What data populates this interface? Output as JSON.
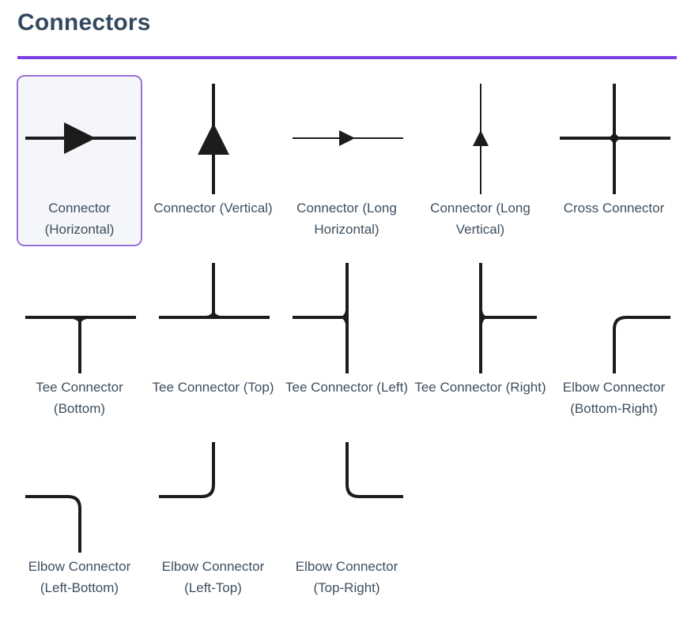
{
  "page": {
    "title": "Connectors",
    "accent_color": "#7b3fe4",
    "selected_border_color": "#9a72d6",
    "selected_background": "#f5f6f9",
    "stroke_color": "#1c1c1c"
  },
  "connectors": [
    {
      "id": "connector-horizontal",
      "label": "Connector (Horizontal)",
      "icon": "arrow-right-icon",
      "selected": true
    },
    {
      "id": "connector-vertical",
      "label": "Connector (Vertical)",
      "icon": "arrow-up-icon",
      "selected": false
    },
    {
      "id": "connector-long-horizontal",
      "label": "Connector (Long Horizontal)",
      "icon": "long-arrow-right-icon",
      "selected": false
    },
    {
      "id": "connector-long-vertical",
      "label": "Connector (Long Vertical)",
      "icon": "long-arrow-up-icon",
      "selected": false
    },
    {
      "id": "cross-connector",
      "label": "Cross Connector",
      "icon": "cross-icon",
      "selected": false
    },
    {
      "id": "tee-connector-bottom",
      "label": "Tee Connector (Bottom)",
      "icon": "tee-bottom-icon",
      "selected": false
    },
    {
      "id": "tee-connector-top",
      "label": "Tee Connector (Top)",
      "icon": "tee-top-icon",
      "selected": false
    },
    {
      "id": "tee-connector-left",
      "label": "Tee Connector (Left)",
      "icon": "tee-left-icon",
      "selected": false
    },
    {
      "id": "tee-connector-right",
      "label": "Tee Connector (Right)",
      "icon": "tee-right-icon",
      "selected": false
    },
    {
      "id": "elbow-connector-bottom-right",
      "label": "Elbow Connector (Bottom-Right)",
      "icon": "elbow-bottom-right-icon",
      "selected": false
    },
    {
      "id": "elbow-connector-left-bottom",
      "label": "Elbow Connector (Left-Bottom)",
      "icon": "elbow-left-bottom-icon",
      "selected": false
    },
    {
      "id": "elbow-connector-left-top",
      "label": "Elbow Connector (Left-Top)",
      "icon": "elbow-left-top-icon",
      "selected": false
    },
    {
      "id": "elbow-connector-top-right",
      "label": "Elbow Connector (Top-Right)",
      "icon": "elbow-top-right-icon",
      "selected": false
    }
  ]
}
